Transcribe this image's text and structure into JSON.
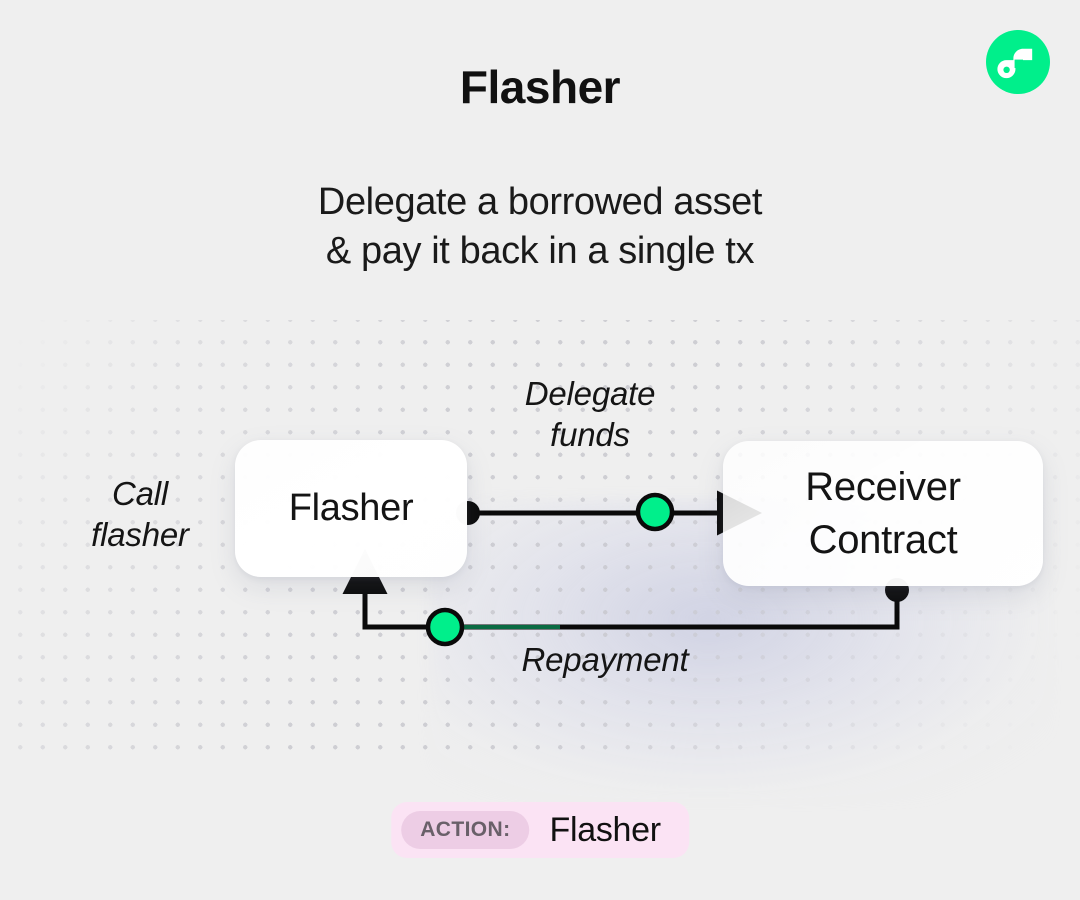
{
  "header": {
    "title": "Flasher",
    "subtitle": "Delegate a borrowed asset\n& pay it back in a single tx",
    "logo_icon": "flow-logo-icon"
  },
  "diagram": {
    "nodes": [
      {
        "id": "flasher",
        "label": "Flasher"
      },
      {
        "id": "receiver",
        "label": "Receiver\nContract"
      }
    ],
    "labels": {
      "call": "Call\nflasher",
      "delegate": "Delegate\nfunds",
      "repayment": "Repayment"
    },
    "edges": [
      {
        "id": "delegate-funds",
        "from": "flasher",
        "to": "receiver",
        "marker": "arrow",
        "token_dot": true
      },
      {
        "id": "repayment",
        "from": "receiver",
        "to": "flasher",
        "marker": "arrow",
        "token_dot": true
      }
    ]
  },
  "badge": {
    "key": "ACTION:",
    "value": "Flasher"
  },
  "colors": {
    "background": "#efefef",
    "accent_green": "#00ef8b",
    "line": "#0a0a0a",
    "badge_bg": "#fbe3f4",
    "badge_key_bg": "#edcde5",
    "badge_key_text": "#696069",
    "node_bg": "#ffffff",
    "dot_grid": "#c9c9cf"
  }
}
